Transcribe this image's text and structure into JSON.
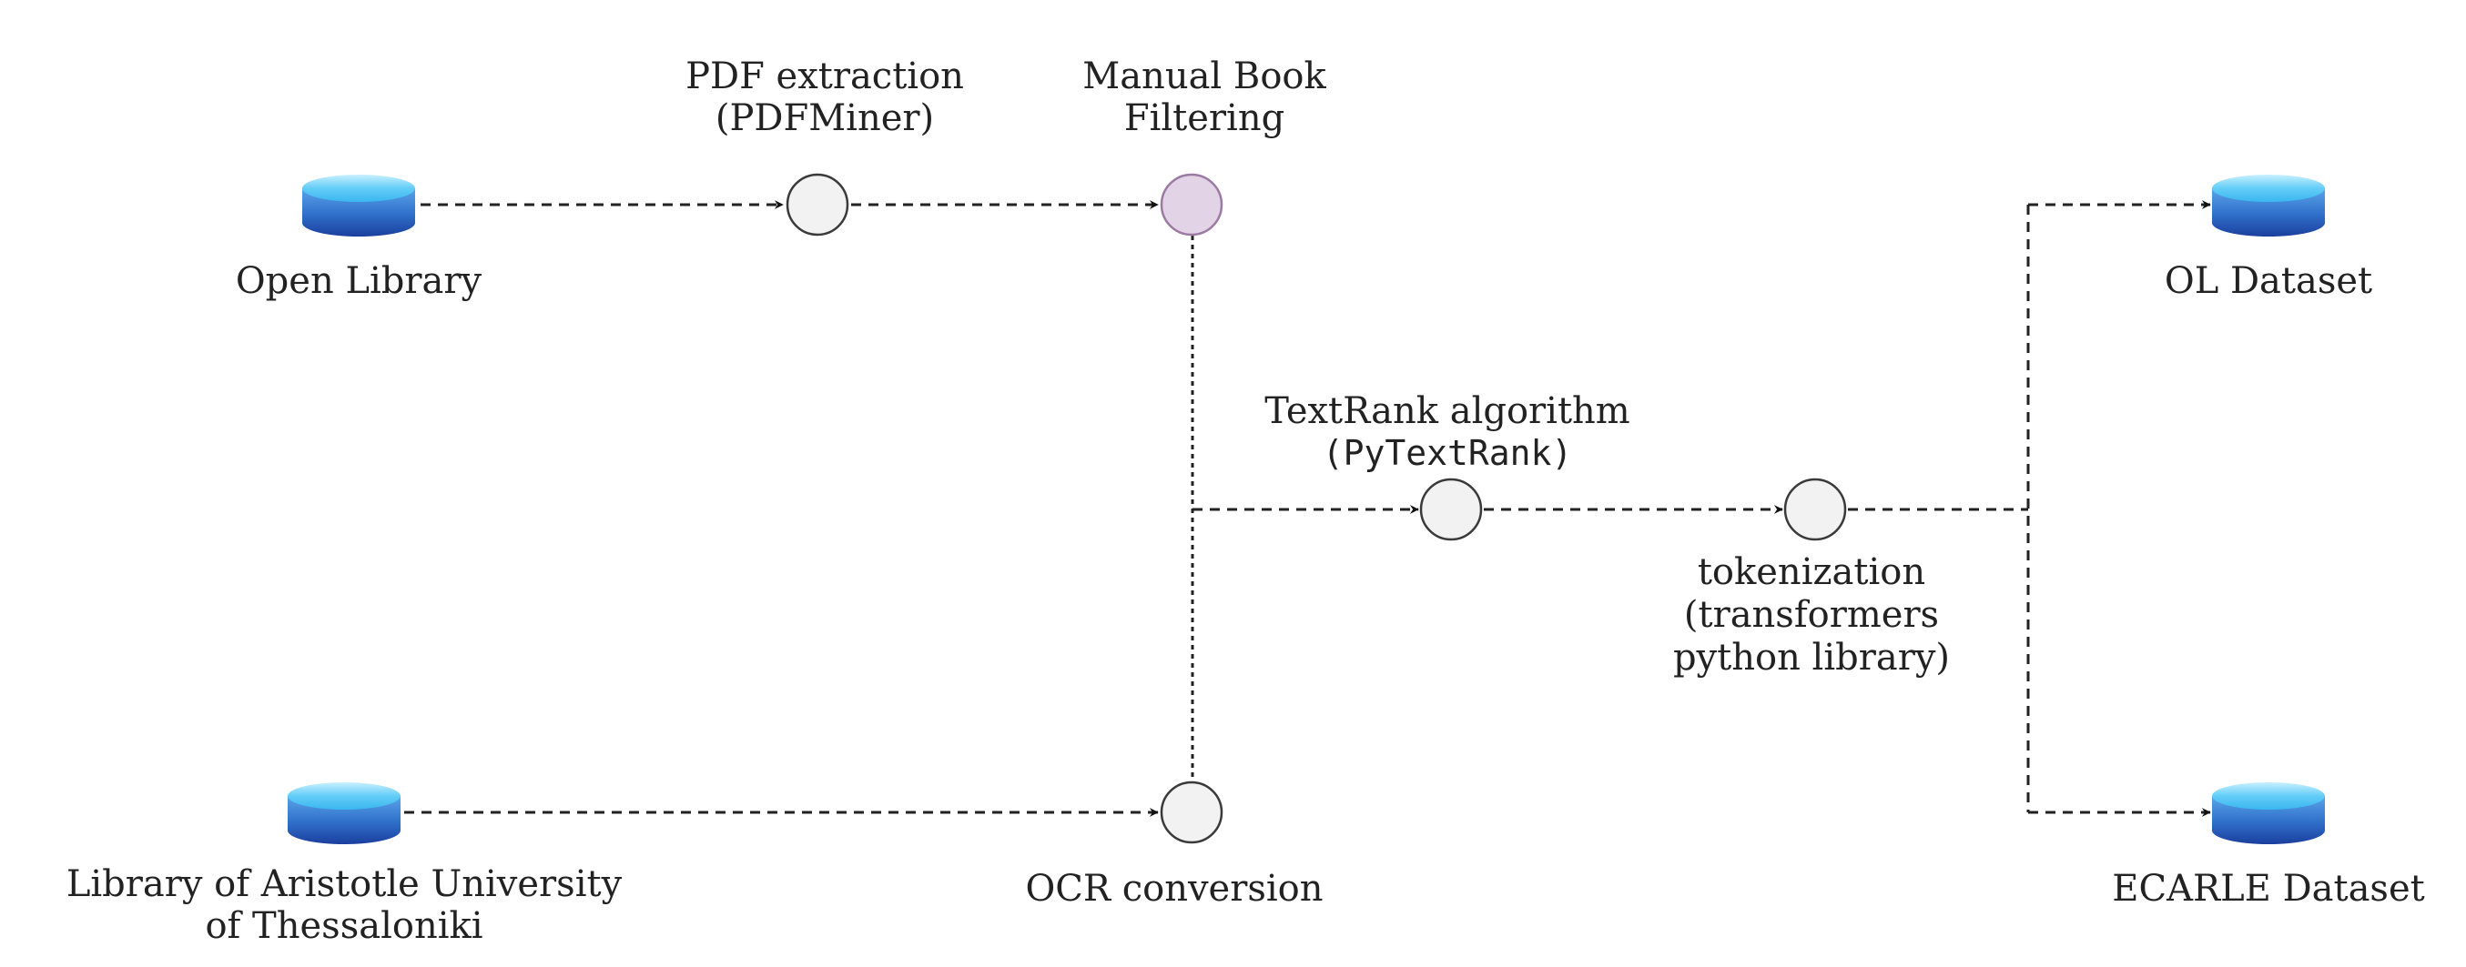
{
  "nodes": {
    "open_library": {
      "label": "Open Library"
    },
    "auth_library": {
      "line1": "Library of Aristotle University",
      "line2": "of Thessaloniki"
    },
    "pdf_extraction": {
      "line1": "PDF extraction",
      "line2": "(PDFMiner)"
    },
    "manual_filtering": {
      "line1": "Manual Book",
      "line2": "Filtering"
    },
    "ocr_conversion": {
      "label": "OCR conversion"
    },
    "textrank": {
      "line1": "TextRank algorithm",
      "line2": "(PyTextRank)"
    },
    "tokenization": {
      "line1": "tokenization",
      "line2": "(transformers",
      "line3": "python library)"
    },
    "ol_dataset": {
      "label": "OL Dataset"
    },
    "ecarle_dataset": {
      "label": "ECARLE Dataset"
    }
  },
  "colors": {
    "db_top": "#5fc8f5",
    "db_body": "#2f6fc9",
    "process_fill": "#f2f2f2",
    "filter_fill": "#e3d3e6",
    "edge": "#222222"
  },
  "icons": {
    "source_db": "database-icon",
    "output_db": "database-icon"
  }
}
